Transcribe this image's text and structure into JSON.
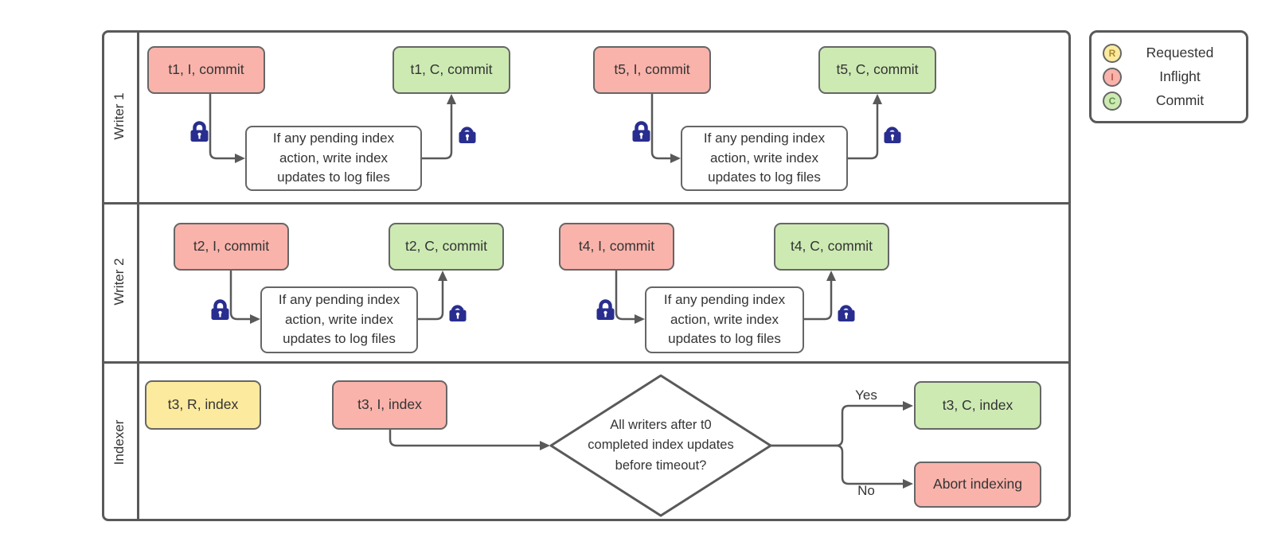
{
  "colors": {
    "background": "#ffffff",
    "line": "#595959",
    "node-border": "#666666",
    "text": "#343434",
    "requested-fill": "#fcea9e",
    "inflight-fill": "#f9b3ab",
    "commit-fill": "#cdeab3",
    "lock": "#282d8f",
    "requested-letter": "#a98b2d",
    "inflight-letter": "#bb5a52",
    "commit-letter": "#5f8f4a"
  },
  "lanes": [
    {
      "label": "Writer 1"
    },
    {
      "label": "Writer 2"
    },
    {
      "label": "Indexer"
    }
  ],
  "nodes": {
    "t1_inflight": {
      "label": "t1, I, commit"
    },
    "t1_commit": {
      "label": "t1, C, commit"
    },
    "t5_inflight": {
      "label": "t5, I, commit"
    },
    "t5_commit": {
      "label": "t5, C, commit"
    },
    "t2_inflight": {
      "label": "t2, I, commit"
    },
    "t2_commit": {
      "label": "t2, C, commit"
    },
    "t4_inflight": {
      "label": "t4, I, commit"
    },
    "t4_commit": {
      "label": "t4, C, commit"
    },
    "t3_requested": {
      "label": "t3, R, index"
    },
    "t3_inflight": {
      "label": "t3, I, index"
    },
    "t3_commit": {
      "label": "t3, C, index"
    },
    "abort": {
      "label": "Abort indexing"
    },
    "process": {
      "label": "If any pending index\naction, write index\nupdates to log files"
    },
    "decision": {
      "label": "All writers after t0\ncompleted index updates\nbefore timeout?"
    }
  },
  "edge_labels": {
    "yes": "Yes",
    "no": "No"
  },
  "legend": {
    "items": [
      {
        "symbol": "R",
        "label": "Requested"
      },
      {
        "symbol": "I",
        "label": "Inflight"
      },
      {
        "symbol": "C",
        "label": "Commit"
      }
    ]
  }
}
